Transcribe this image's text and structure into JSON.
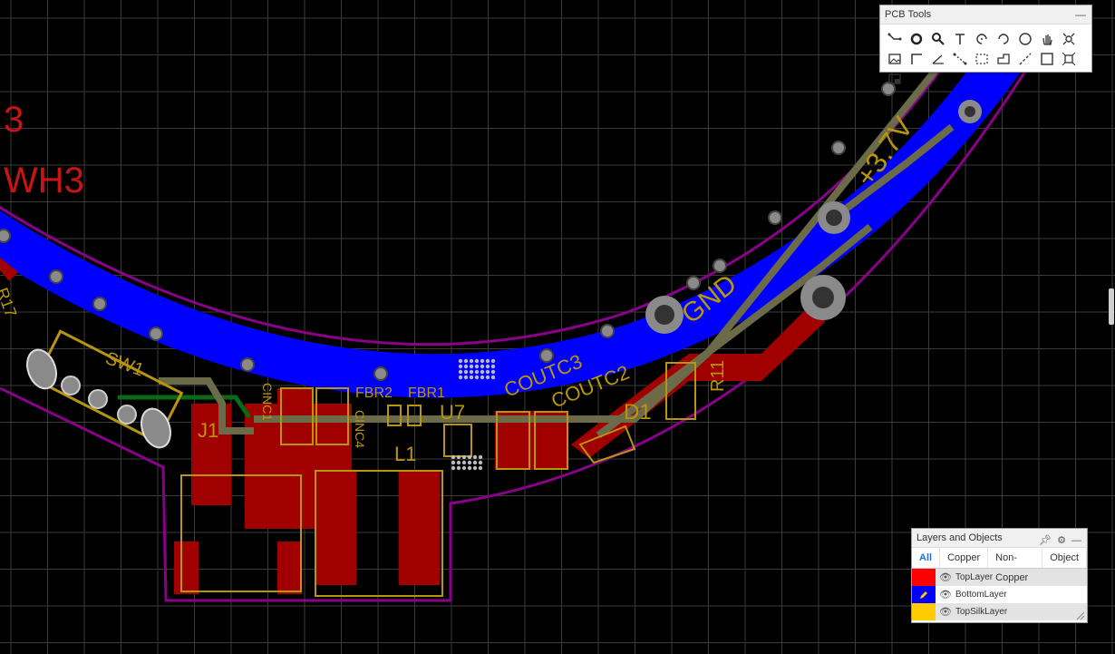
{
  "canvas": {
    "background": "#000000",
    "colors": {
      "grid": "#3a3a3a",
      "top_layer": "#c00000",
      "bottom_layer": "#0000ff",
      "silk": "#b8960c",
      "outline": "#8a008a",
      "trace_gray": "#6b6b4a",
      "via": "#8a8a8a",
      "designator_red": "#c81414"
    },
    "silk_labels": {
      "wh3_num": "3",
      "wh3": "WH3",
      "sw1": "SW1",
      "r17": "R17",
      "j1": "J1",
      "cinc1": "CINC1",
      "cinc4": "CINC4",
      "fbr2": "FBR2",
      "fbr1": "FBR1",
      "u7": "U7",
      "l1": "L1",
      "coutc3": "COUTC3",
      "coutc2": "COUTC2",
      "d1": "D1",
      "r11": "R11",
      "gnd": "GND",
      "net_3v": "+3.7V"
    }
  },
  "pcb_tools": {
    "title": "PCB Tools",
    "tools": [
      {
        "name": "route-track-icon"
      },
      {
        "name": "pad-icon"
      },
      {
        "name": "via-icon"
      },
      {
        "name": "text-icon"
      },
      {
        "name": "arc-center-icon"
      },
      {
        "name": "arc-edge-icon"
      },
      {
        "name": "circle-icon"
      },
      {
        "name": "pan-hand-icon"
      },
      {
        "name": "hole-icon"
      },
      {
        "name": "image-icon"
      },
      {
        "name": "line-icon"
      },
      {
        "name": "dimension-angle-icon"
      },
      {
        "name": "measure-icon"
      },
      {
        "name": "rect-select-icon"
      },
      {
        "name": "board-outline-icon"
      },
      {
        "name": "connect-icon"
      },
      {
        "name": "rectangle-icon"
      },
      {
        "name": "move-part-icon"
      },
      {
        "name": "copper-area-icon"
      }
    ]
  },
  "layers_panel": {
    "title": "Layers and Objects",
    "tabs": [
      "All",
      "Copper",
      "Non-Copper",
      "Object"
    ],
    "layers": [
      {
        "name": "TopLayer",
        "color": "#ff0000"
      },
      {
        "name": "BottomLayer",
        "color": "#0000ff"
      },
      {
        "name": "TopSilkLayer",
        "color": "#ffcc00"
      }
    ]
  }
}
